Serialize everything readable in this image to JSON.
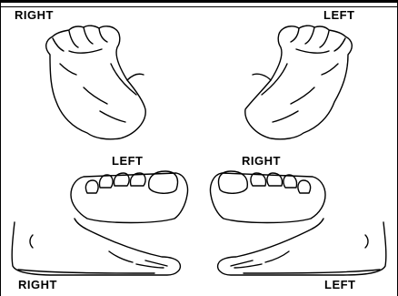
{
  "labels": {
    "top_left": "RIGHT",
    "top_right": "LEFT",
    "middle_left": "LEFT",
    "middle_right": "RIGHT",
    "bottom_left": "RIGHT",
    "bottom_right": "LEFT"
  },
  "colors": {
    "ink": "#000000",
    "background": "#ffffff"
  }
}
